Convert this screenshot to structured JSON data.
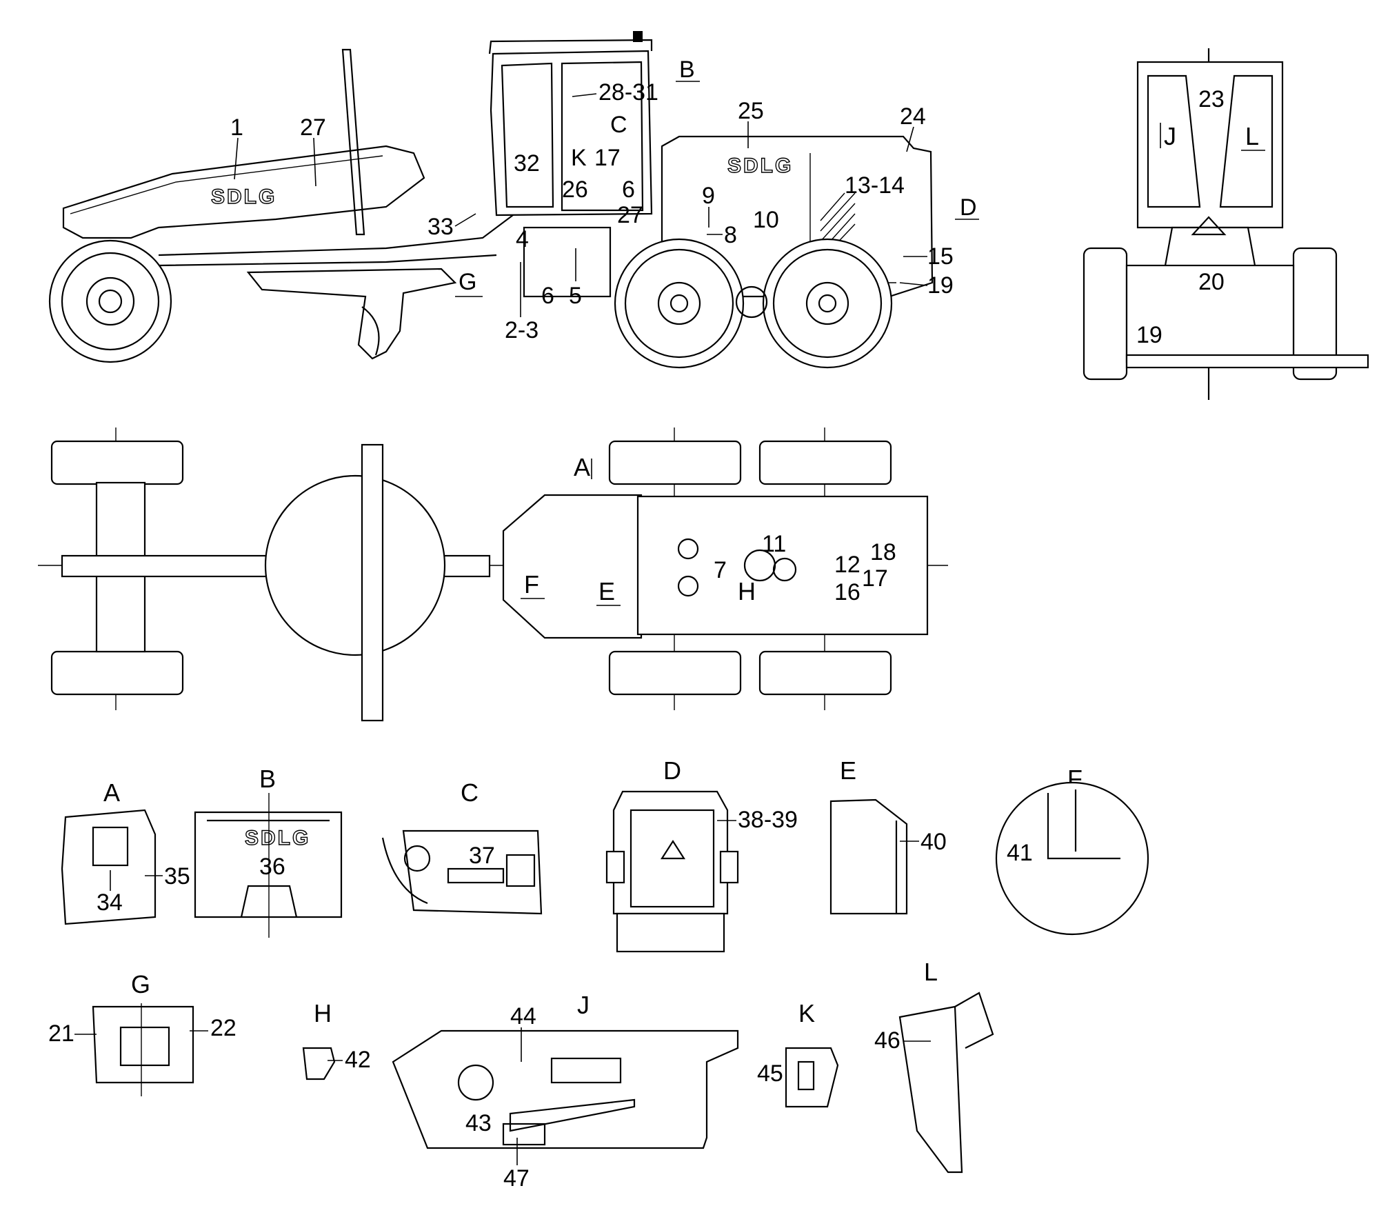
{
  "views": {
    "side": {
      "callouts": [
        "1",
        "27",
        "32",
        "28-31",
        "B",
        "C",
        "K",
        "17",
        "26",
        "6",
        "27",
        "25",
        "24",
        "9",
        "8",
        "10",
        "13-14",
        "D",
        "15",
        "19",
        "33",
        "4",
        "2-3",
        "6",
        "5",
        "G"
      ],
      "logo": "SDLG"
    },
    "front": {
      "callouts": [
        "23",
        "J",
        "L",
        "20",
        "19"
      ]
    },
    "top": {
      "callouts": [
        "A",
        "F",
        "E",
        "11",
        "7",
        "H",
        "12",
        "16",
        "17",
        "18"
      ]
    },
    "details": {
      "A": {
        "title": "A",
        "callouts": [
          "35",
          "34"
        ]
      },
      "B": {
        "title": "B",
        "callouts": [
          "36"
        ],
        "logo": "SDLG"
      },
      "C": {
        "title": "C",
        "callouts": [
          "37"
        ]
      },
      "D": {
        "title": "D",
        "callouts": [
          "38-39"
        ]
      },
      "E": {
        "title": "E",
        "callouts": [
          "40"
        ]
      },
      "F": {
        "title": "F",
        "callouts": [
          "41"
        ]
      },
      "G": {
        "title": "G",
        "callouts": [
          "21",
          "22"
        ]
      },
      "H": {
        "title": "H",
        "callouts": [
          "42"
        ]
      },
      "J": {
        "title": "J",
        "callouts": [
          "44",
          "43",
          "47"
        ]
      },
      "K": {
        "title": "K",
        "callouts": [
          "45"
        ]
      },
      "L": {
        "title": "L",
        "callouts": [
          "46"
        ]
      }
    }
  }
}
